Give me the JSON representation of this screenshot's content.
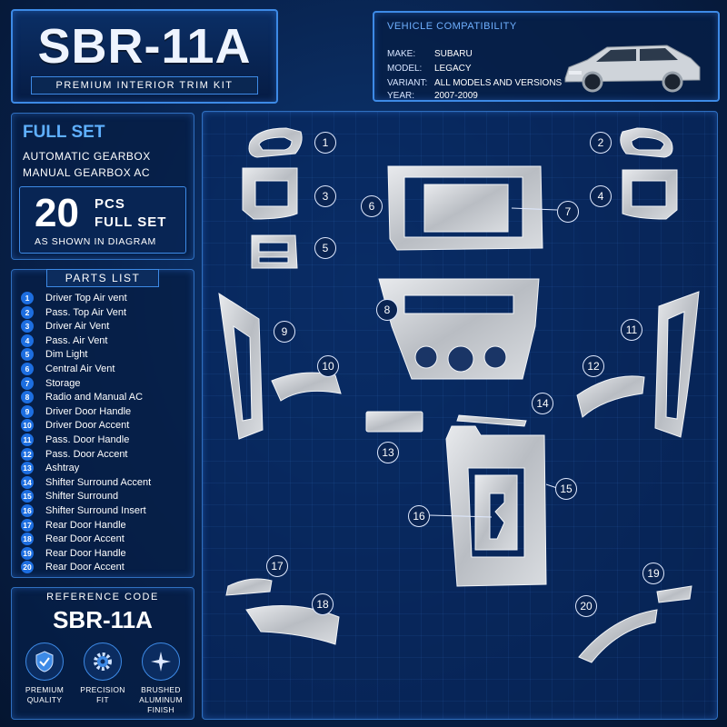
{
  "header": {
    "title": "SBR-11A",
    "subtitle": "PREMIUM INTERIOR TRIM KIT"
  },
  "compatibility": {
    "title": "VEHICLE COMPATIBILITY",
    "rows": [
      {
        "key": "MAKE:",
        "value": "SUBARU"
      },
      {
        "key": "MODEL:",
        "value": "LEGACY"
      },
      {
        "key": "VARIANT:",
        "value": "ALL MODELS AND VERSIONS"
      },
      {
        "key": "YEAR:",
        "value": "2007-2009"
      }
    ]
  },
  "fullset": {
    "title": "FULL SET",
    "line1": "AUTOMATIC GEARBOX",
    "line2": "MANUAL GEARBOX AC",
    "count": "20",
    "pcs": "PCS",
    "full_set": "FULL SET",
    "note": "AS SHOWN IN DIAGRAM"
  },
  "parts_list": {
    "heading": "PARTS LIST",
    "items": [
      {
        "num": "1",
        "label": "Driver Top Air vent"
      },
      {
        "num": "2",
        "label": "Pass. Top Air Vent"
      },
      {
        "num": "3",
        "label": "Driver Air Vent"
      },
      {
        "num": "4",
        "label": "Pass. Air Vent"
      },
      {
        "num": "5",
        "label": "Dim Light"
      },
      {
        "num": "6",
        "label": "Central Air Vent"
      },
      {
        "num": "7",
        "label": "Storage"
      },
      {
        "num": "8",
        "label": "Radio and Manual AC"
      },
      {
        "num": "9",
        "label": "Driver Door Handle"
      },
      {
        "num": "10",
        "label": "Driver Door Accent"
      },
      {
        "num": "11",
        "label": "Pass. Door Handle"
      },
      {
        "num": "12",
        "label": "Pass. Door Accent"
      },
      {
        "num": "13",
        "label": "Ashtray"
      },
      {
        "num": "14",
        "label": "Shifter Surround Accent"
      },
      {
        "num": "15",
        "label": "Shifter Surround"
      },
      {
        "num": "16",
        "label": "Shifter Surround Insert"
      },
      {
        "num": "17",
        "label": "Rear Door Handle"
      },
      {
        "num": "18",
        "label": "Rear Door Accent"
      },
      {
        "num": "19",
        "label": "Rear Door Handle"
      },
      {
        "num": "20",
        "label": "Rear Door Accent"
      }
    ]
  },
  "reference": {
    "heading": "REFERENCE CODE",
    "code": "SBR-11A",
    "badges": [
      {
        "icon": "shield-icon",
        "line1": "PREMIUM",
        "line2": "QUALITY",
        "line3": ""
      },
      {
        "icon": "gear-icon",
        "line1": "PRECISION",
        "line2": "FIT",
        "line3": ""
      },
      {
        "icon": "star-icon",
        "line1": "BRUSHED",
        "line2": "ALUMINUM",
        "line3": "FINISH"
      }
    ]
  },
  "diagram": {
    "callouts": [
      "1",
      "2",
      "3",
      "4",
      "5",
      "6",
      "7",
      "8",
      "9",
      "10",
      "11",
      "12",
      "13",
      "14",
      "15",
      "16",
      "17",
      "18",
      "19",
      "20"
    ]
  },
  "colors": {
    "accent": "#3d8ae6",
    "title_blue": "#5fb0ff",
    "badge_blue": "#1d6ee0",
    "background": "#071a3a",
    "trim_silver": "#c9ccd1"
  }
}
